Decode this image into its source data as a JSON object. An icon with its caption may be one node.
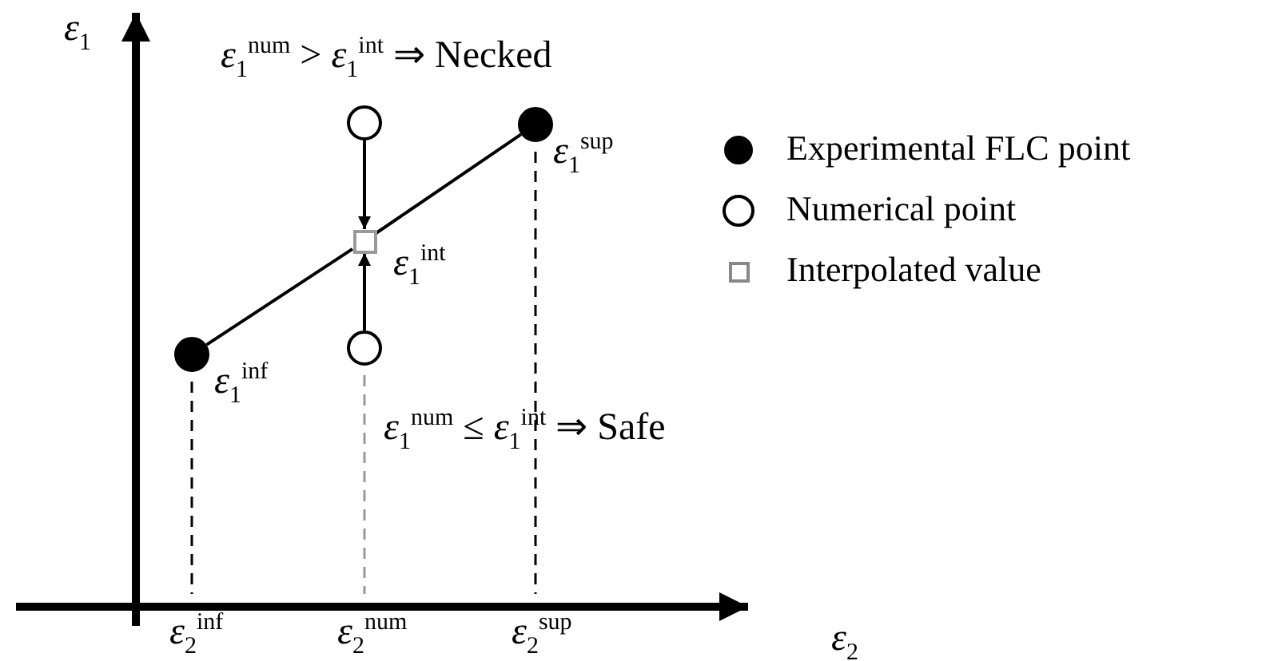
{
  "diagram": {
    "nodes": [
      {
        "text": [],
        "shape": "circle"
      },
      {
        "text": [],
        "shape": "circle",
        "beside": [
          "ε$_{1}$$^{sup}$"
        ]
      },
      {
        "text": [],
        "shape": "box",
        "beside": [
          "ε$_{1}$$^{int}$"
        ]
      },
      {
        "text": [],
        "shape": "circle",
        "beside": [
          "ε$_{1}$$^{inf}$"
        ]
      },
      {
        "text": [],
        "shape": "circle"
      }
    ],
    "edges": [
      {
        "from": 3,
        "to": 2,
        "arrow": "none"
      },
      {
        "from": 2,
        "to": 1,
        "arrow": "none"
      },
      {
        "from": 0,
        "to": 2,
        "arrow": "to"
      },
      {
        "from": 4,
        "to": 2,
        "arrow": "to"
      }
    ],
    "labels": [
      "ε$_{1}$",
      "ε$_{1}$$^{num}$ > ε$_{1}$$^{int}$ ⇒ Necked",
      "ε$_{1}$$^{num}$ ≤ ε$_{1}$$^{int}$ ⇒ Safe",
      "ε$_{2}$$^{inf}$",
      "ε$_{2}$$^{num}$",
      "ε$_{2}$$^{sup}$",
      "ε$_{2}$"
    ],
    "legend": [
      {
        "text": "Experimental FLC point"
      },
      {
        "text": "Numerical point"
      },
      {
        "text": "Interpolated value"
      }
    ]
  }
}
